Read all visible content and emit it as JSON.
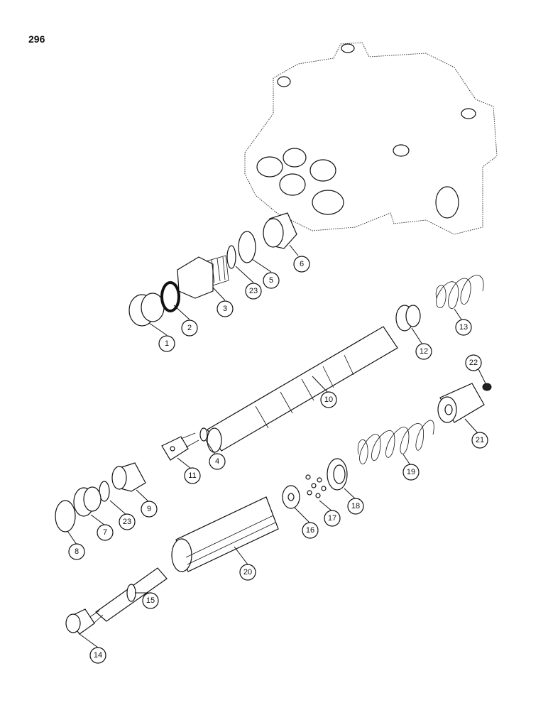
{
  "page_number": "296",
  "callouts": [
    "1",
    "2",
    "3",
    "23",
    "5",
    "6",
    "13",
    "12",
    "10",
    "22",
    "21",
    "4",
    "11",
    "19",
    "9",
    "23",
    "7",
    "8",
    "16",
    "17",
    "18",
    "20",
    "15",
    "14"
  ]
}
